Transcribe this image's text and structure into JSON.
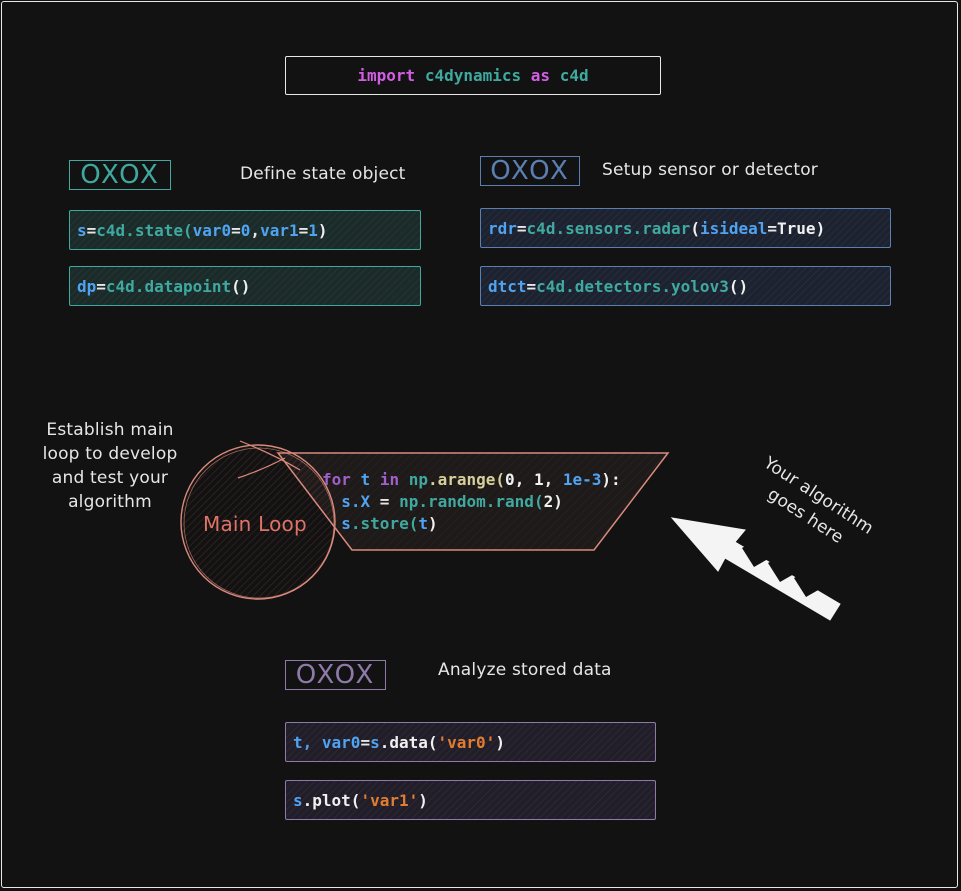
{
  "import_line": {
    "kw_import": "import",
    "module": "c4dynamics",
    "kw_as": "as",
    "alias": "c4d"
  },
  "oxox_label": "OXOX",
  "define_state": {
    "heading": "Define state object",
    "line1": {
      "a": "s",
      "b": " = ",
      "c": "c4d.state(",
      "d": "var0",
      "e": " = ",
      "f": "0",
      ", ": "",
      "g": ", ",
      "h": "var1",
      "i": " = ",
      "j": "1",
      "k": ")"
    },
    "line2": {
      "a": "dp",
      "b": " = ",
      "c": "c4d.datapoint",
      "d": "()"
    }
  },
  "sensor": {
    "heading": "Setup sensor or detector",
    "line1": {
      "a": "rdr",
      "b": " = ",
      "c": "c4d.sensors.radar",
      "d": "(",
      "e": "isideal",
      "f": " = ",
      "g": "True",
      "h": ")"
    },
    "line2": {
      "a": "dtct",
      "b": " = ",
      "c": "c4d.detectors.yolov3",
      "d": "()"
    }
  },
  "main_loop": {
    "label": "Main Loop",
    "note": [
      "Establish main",
      "loop to develop",
      "and test your",
      "algorithm"
    ],
    "code": {
      "l1": {
        "for": "for",
        "t": " t ",
        "in": "in",
        "np": " np",
        "ar": ".arange(",
        "a": "0",
        ", ": ", ",
        "b": "1",
        "c": ", ",
        "d": "1e-3",
        "e": "):"
      },
      "l2": {
        "s": "  s.X",
        "eq": " = ",
        "np": "np",
        "fn": ".random.rand(",
        "n": "2",
        "e": ")"
      },
      "l3": {
        "s": "  s",
        "fn": ".store(",
        "t": "t",
        "e": ")"
      }
    },
    "algo_note": "Your algorithm goes here"
  },
  "analyze": {
    "heading": "Analyze stored data",
    "line1": {
      "a": "t, var0",
      "b": " = ",
      "c": "s",
      "d": ".data(",
      "e": "'var0'",
      "f": ")"
    },
    "line2": {
      "a": "s",
      "b": ".plot(",
      "c": "'var1'",
      "d": ")"
    }
  }
}
